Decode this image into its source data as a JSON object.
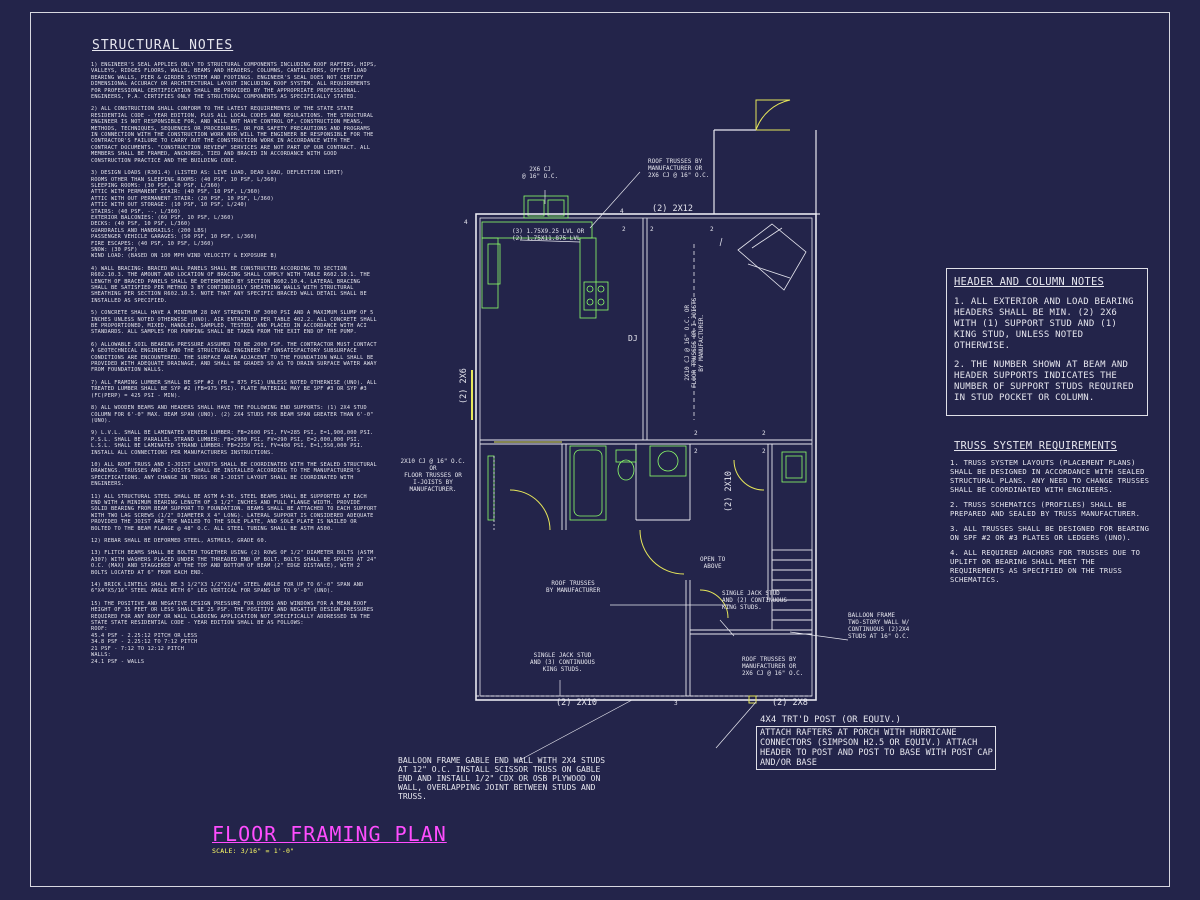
{
  "structural_notes": {
    "title": "STRUCTURAL NOTES",
    "paragraphs": [
      "1) ENGINEER'S SEAL APPLIES ONLY TO STRUCTURAL COMPONENTS INCLUDING ROOF RAFTERS, HIPS, VALLEYS, RIDGES FLOORS, WALLS, BEAMS AND HEADERS, COLUMNS, CANTILEVERS, OFFSET LOAD BEARING WALLS, PIER & GIRDER SYSTEM AND FOOTINGS. ENGINEER'S SEAL DOES NOT CERTIFY DIMENSIONAL ACCURACY OR ARCHITECTURAL LAYOUT INCLUDING ROOF SYSTEM. ALL REQUIREMENTS FOR PROFESSIONAL CERTIFICATION SHALL BE PROVIDED BY THE APPROPRIATE PROFESSIONAL. ENGINEERS, P.A. CERTIFIES ONLY THE STRUCTURAL COMPONENTS AS SPECIFICALLY STATED.",
      "2) ALL CONSTRUCTION SHALL CONFORM TO THE LATEST REQUIREMENTS OF THE STATE STATE RESIDENTIAL CODE - YEAR EDITION, PLUS ALL LOCAL CODES AND REGULATIONS. THE STRUCTURAL ENGINEER IS NOT RESPONSIBLE FOR, AND WILL NOT HAVE CONTROL OF, CONSTRUCTION MEANS, METHODS, TECHNIQUES, SEQUENCES OR PROCEDURES, OR FOR SAFETY PRECAUTIONS AND PROGRAMS IN CONNECTION WITH THE CONSTRUCTION WORK NOR WILL THE ENGINEER BE RESPONSIBLE FOR THE CONTRACTOR'S FAILURE TO CARRY OUT THE CONSTRUCTION WORK IN ACCORDANCE WITH THE CONTRACT DOCUMENTS. \"CONSTRUCTION REVIEW\" SERVICES ARE NOT PART OF OUR CONTRACT. ALL MEMBERS SHALL BE FRAMED, ANCHORED, TIED AND BRACED IN ACCORDANCE WITH GOOD CONSTRUCTION PRACTICE AND THE BUILDING CODE.",
      "3) DESIGN LOADS (R301.4) (LISTED AS: LIVE LOAD, DEAD LOAD, DEFLECTION LIMIT)\nROOMS OTHER THAN SLEEPING ROOMS: (40 PSF, 10 PSF, L/360)\nSLEEPING ROOMS: (30 PSF, 10 PSF, L/360)\nATTIC WITH PERMANENT STAIR: (40 PSF, 10 PSF, L/360)\nATTIC WITH OUT PERMANENT STAIR: (20 PSF, 10 PSF, L/360)\nATTIC WITH OUT STORAGE: (10 PSF, 10 PSF, L/240)\nSTAIRS: (40 PSF, --, L/360)\nEXTERIOR BALCONIES: (60 PSF, 10 PSF, L/360)\nDECKS: (40 PSF, 10 PSF, L/360)\nGUARDRAILS AND HANDRAILS: (200 LBS)\nPASSENGER VEHICLE GARAGES: (50 PSF, 10 PSF, L/360)\nFIRE ESCAPES: (40 PSF, 10 PSF, L/360)\nSNOW: (30 PSF)\nWIND LOAD: (BASED ON 100 MPH WIND VELOCITY & EXPOSURE B)",
      "4) WALL BRACING: BRACED WALL PANELS SHALL BE CONSTRUCTED ACCORDING TO SECTION R602.10.3. THE AMOUNT AND LOCATION OF BRACING SHALL COMPLY WITH TABLE R602.10.1. THE LENGTH OF BRACED PANELS SHALL BE DETERMINED BY SECTION R602.10.4. LATERAL BRACING SHALL BE SATISFIED PER METHOD 3 BY CONTINUOUSLY SHEATHING WALLS WITH STRUCTURAL SHEATHING PER SECTION R602.10.5. NOTE THAT ANY SPECIFIC BRACED WALL DETAIL SHALL BE INSTALLED AS SPECIFIED.",
      "5) CONCRETE SHALL HAVE A MINIMUM 28 DAY STRENGTH OF 3000 PSI AND A MAXIMUM SLUMP OF 5 INCHES UNLESS NOTED OTHERWISE (UNO). AIR ENTRAINED PER TABLE 402.2. ALL CONCRETE SHALL BE PROPORTIONED, MIXED, HANDLED, SAMPLED, TESTED, AND PLACED IN ACCORDANCE WITH ACI STANDARDS. ALL SAMPLES FOR PUMPING SHALL BE TAKEN FROM THE EXIT END OF THE PUMP.",
      "6) ALLOWABLE SOIL BEARING PRESSURE ASSUMED TO BE 2000 PSF. THE CONTRACTOR MUST CONTACT A GEOTECHNICAL ENGINEER AND THE STRUCTURAL ENGINEER IF UNSATISFACTORY SUBSURFACE CONDITIONS ARE ENCOUNTERED. THE SURFACE AREA ADJACENT TO THE FOUNDATION WALL SHALL BE PROVIDED WITH ADEQUATE DRAINAGE, AND SHALL BE GRADED SO AS TO DRAIN SURFACE WATER AWAY FROM FOUNDATION WALLS.",
      "7) ALL FRAMING LUMBER SHALL BE SPF #2 (Fb = 875 PSI) UNLESS NOTED OTHERWISE (UNO). ALL TREATED LUMBER SHALL BE SYP #2 (Fb=975 PSI). PLATE MATERIAL MAY BE SPF #3 OR SYP #3 (Fc(perp) = 425 PSI - MIN).",
      "8) ALL WOODEN BEAMS AND HEADERS SHALL HAVE THE FOLLOWING END SUPPORTS: (1) 2x4 STUD COLUMN FOR 6'-0\" MAX. BEAM SPAN (UNO). (2) 2x4 STUDS FOR BEAM SPAN GREATER THAN 6'-0\" (UNO).",
      "9) L.V.L. SHALL BE LAMINATED VENEER LUMBER: Fb=2600 PSI, Fv=285 PSI, E=1,900,000 PSI. P.S.L. SHALL BE PARALLEL STRAND LUMBER: Fb=2900 PSI, Fv=290 PSI, E=2,000,000 PSI. L.S.L. SHALL BE LAMINATED STRAND LUMBER: Fb=2250 PSI, Fv=400 PSI, E=1,550,000 PSI. INSTALL ALL CONNECTIONS PER MANUFACTURERS INSTRUCTIONS.",
      "10) ALL ROOF TRUSS AND I-JOIST LAYOUTS SHALL BE COORDINATED WITH THE SEALED STRUCTURAL DRAWINGS. TRUSSES AND I-JOISTS SHALL BE INSTALLED ACCORDING TO THE MANUFACTURER'S SPECIFICATIONS. ANY CHANGE IN TRUSS OR I-JOIST LAYOUT SHALL BE COORDINATED WITH ENGINEERS.",
      "11) ALL STRUCTURAL STEEL SHALL BE ASTM A-36. STEEL BEAMS SHALL BE SUPPORTED AT EACH END WITH A MINIMUM BEARING LENGTH OF 3 1/2\" INCHES AND FULL FLANGE WIDTH. PROVIDE SOLID BEARING FROM BEAM SUPPORT TO FOUNDATION. BEAMS SHALL BE ATTACHED TO EACH SUPPORT WITH TWO LAG SCREWS (1/2\" DIAMETER x 4\" LONG). LATERAL SUPPORT IS CONSIDERED ADEQUATE PROVIDED THE JOIST ARE TOE NAILED TO THE SOLE PLATE, AND SOLE PLATE IS NAILED OR BOLTED TO THE BEAM FLANGE @ 48\" O.C. ALL STEEL TUBING SHALL BE ASTM A500.",
      "12) REBAR SHALL BE DEFORMED STEEL, ASTM615, GRADE 60.",
      "13) FLITCH BEAMS SHALL BE BOLTED TOGETHER USING (2) ROWS OF 1/2\" DIAMETER BOLTS (ASTM A307) WITH WASHERS PLACED UNDER THE THREADED END OF BOLT. BOLTS SHALL BE SPACED AT 24\" O.C. (MAX) AND STAGGERED AT THE TOP AND BOTTOM OF BEAM (2\" EDGE DISTANCE), WITH 2 BOLTS LOCATED AT 6\" FROM EACH END.",
      "14) BRICK LINTELS SHALL BE 3 1/2\"x3 1/2\"x1/4\" STEEL ANGLE FOR UP TO 6'-0\" SPAN AND 6\"x4\"x5/16\" STEEL ANGLE WITH 6\" LEG VERTICAL FOR SPANS UP TO 9'-0\" (UNO).",
      "15) THE POSITIVE AND NEGATIVE DESIGN PRESSURE FOR DOORS AND WINDOWS FOR A MEAN ROOF HEIGHT OF 35 FEET OR LESS SHALL BE 25 PSF. THE POSITIVE AND NEGATIVE DESIGN PRESSURES REQUIRED FOR ANY ROOF OR WALL CLADDING APPLICATION NOT SPECIFICALLY ADDRESSED IN THE STATE STATE RESIDENTIAL CODE - YEAR EDITION SHALL BE AS FOLLOWS:\nROOF:\n45.4 PSF - 2.25:12 PITCH OR LESS\n34.8 PSF - 2.25:12 TO 7:12 PITCH\n21 PSF - 7:12 TO 12:12 PITCH\nWALLS:\n24.1 PSF - WALLS"
    ]
  },
  "header_column_notes": {
    "title": "HEADER AND COLUMN NOTES",
    "items": [
      "1. ALL EXTERIOR AND LOAD BEARING HEADERS SHALL BE MIN. (2) 2x6 WITH (1) SUPPORT STUD AND (1) KING STUD, UNLESS NOTED OTHERWISE.",
      "2. THE NUMBER SHOWN AT BEAM AND HEADER SUPPORTS INDICATES THE NUMBER OF SUPPORT STUDS REQUIRED IN STUD POCKET OR COLUMN."
    ]
  },
  "truss_requirements": {
    "title": "TRUSS SYSTEM REQUIREMENTS",
    "items": [
      "1. TRUSS SYSTEM LAYOUTS (PLACEMENT PLANS) SHALL BE DESIGNED IN ACCORDANCE WITH SEALED STRUCTURAL PLANS. ANY NEED TO CHANGE TRUSSES SHALL BE COORDINATED WITH ENGINEERS.",
      "2. TRUSS SCHEMATICS (PROFILES) SHALL BE PREPARED AND SEALED BY TRUSS MANUFACTURER.",
      "3. ALL TRUSSES SHALL BE DESIGNED FOR BEARING ON SPF #2 OR #3 PLATES OR LEDGERS (UNO).",
      "4. ALL REQUIRED ANCHORS FOR TRUSSES DUE TO UPLIFT OR BEARING SHALL MEET THE REQUIREMENTS AS SPECIFIED ON THE TRUSS SCHEMATICS."
    ]
  },
  "drawing_title": "FLOOR FRAMING PLAN",
  "drawing_scale": "SCALE: 3/16\" = 1'-0\"",
  "plan_labels": {
    "cj_2x6": "2X6 CJ\n@ 16\" O.C.",
    "roof_trusses_mfr_top": "ROOF TRUSSES BY\nMANUFACTURER OR\n2X6 CJ @ 16\" O.C.",
    "lvl_beams": "(3) 1.75x9.25 LVL OR\n(2) 1.75x11.875 LVL",
    "header_2x12": "(2) 2x12",
    "dj": "DJ",
    "header_2x6": "(2) 2x6",
    "floor_trusses_vertical": "2X10 CJ @ 16\" O.C. OR\nFLOOR TRUSSES OR I-JOISTS\nBY MANUFACTURER.",
    "cj_2x10_left": "2X10 CJ @ 16\" O.C.\nOR\nFLOOR TRUSSES OR\nI-JOISTS BY\nMANUFACTURER.",
    "header_2x10_mid": "(2) 2X10",
    "open_to_above": "OPEN TO\nABOVE",
    "roof_trusses_mid": "ROOF TRUSSES\nBY MANUFACTURER",
    "single_jack_top": "SINGLE JACK STUD\nAND (2) CONTINUOUS\nKING STUDS.",
    "balloon_frame": "BALLOON FRAME\nTWO-STORY WALL W/\nCONTINUOUS (2)2X4\nSTUDS AT 16\" O.C.",
    "single_jack_bottom": "SINGLE JACK STUD\nAND (3) CONTINUOUS\nKING STUDS.",
    "roof_trusses_bottom": "ROOF TRUSSES BY\nMANUFACTURER OR\n2X6 CJ @ 16\" O.C.",
    "header_2x10_bottom": "(2) 2x10",
    "header_2x8_bottom": "(2) 2x8",
    "num_4": "4",
    "num_2": "2",
    "num_3": "3"
  },
  "callouts": {
    "gable_end": "BALLOON FRAME GABLE END WALL WITH 2x4 STUDS AT 12\" O.C. INSTALL SCISSOR TRUSS ON GABLE END AND INSTALL 1/2\" CDX OR OSB PLYWOOD ON WALL, OVERLAPPING JOINT BETWEEN STUDS AND TRUSS.",
    "post_title": "4x4 TRT'D POST (OR EQUIV.)",
    "post_text": "ATTACH RAFTERS AT PORCH WITH HURRICANE CONNECTORS (SIMPSON H2.5 OR EQUIV.) ATTACH HEADER TO POST AND POST TO BASE WITH POST CAP AND/OR BASE"
  },
  "colors": {
    "background": "#23244a",
    "title": "#ff4dff",
    "scale": "#ffff66",
    "walls": "#e8e8f0",
    "headers": "#e6e65a",
    "fixtures": "#8cff6a"
  }
}
